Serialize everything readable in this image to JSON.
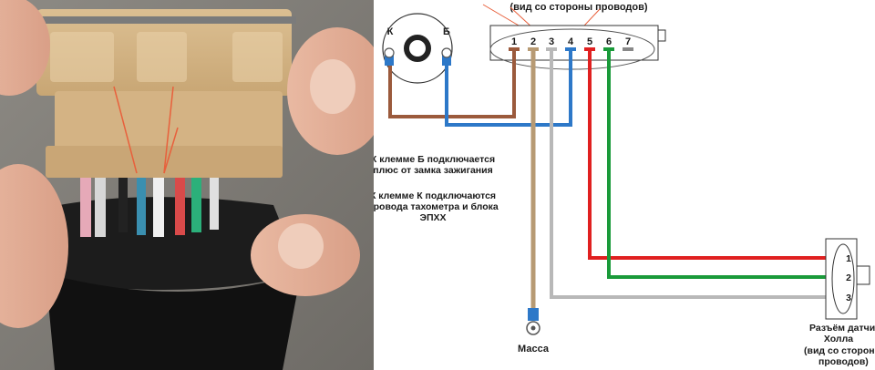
{
  "header": {
    "caption": "(вид со стороны проводов)"
  },
  "ignition_coil": {
    "terminal_k": "К",
    "terminal_b": "Б"
  },
  "connector": {
    "pins": [
      "1",
      "2",
      "3",
      "4",
      "5",
      "6",
      "7"
    ]
  },
  "notes": {
    "b_line1": "К клемме Б подключается",
    "b_line2": "плюс от замка зажигания",
    "k_line1": "К клемме К подключаются",
    "k_line2": "провода тахометра и блока",
    "k_line3": "ЭПХХ"
  },
  "ground": {
    "label": "Масса"
  },
  "hall_sensor": {
    "pins": [
      "1",
      "2",
      "3"
    ],
    "title_line1": "Разъём датчика",
    "title_line2": "Холла",
    "title_line3": "(вид со сторон",
    "title_line4": "проводов)"
  },
  "colors": {
    "brown": "#9b5a3c",
    "blue": "#2d78c8",
    "tan": "#b79a73",
    "grey": "#b8b8b8",
    "red": "#e02020",
    "green": "#1a9a3a",
    "annotation_arrow": "#e8603c"
  }
}
